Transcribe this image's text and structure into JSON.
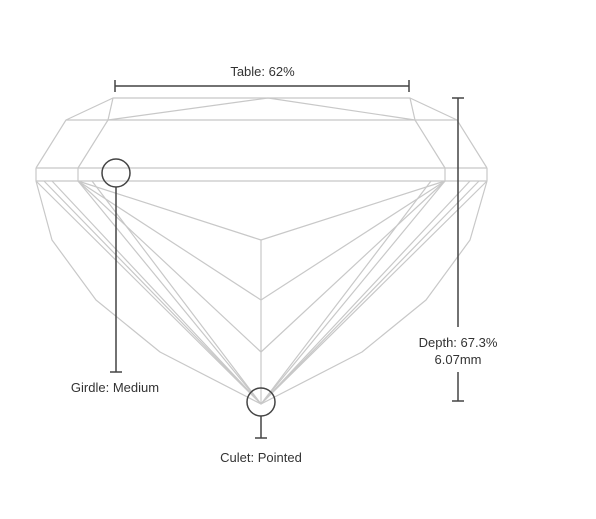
{
  "labels": {
    "table": "Table: 62%",
    "girdle": "Girdle: Medium",
    "culet": "Culet: Pointed",
    "depth_percent": "Depth: 67.3%",
    "depth_mm": "6.07mm"
  },
  "colors": {
    "facet_lines": "#c8c8c8",
    "measure_lines": "#444444",
    "text": "#333333"
  }
}
